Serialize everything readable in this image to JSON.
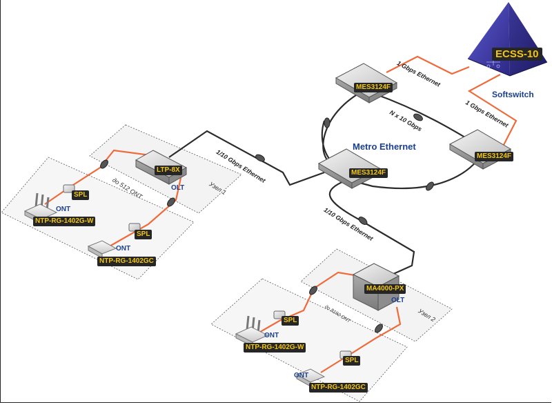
{
  "softswitch": {
    "label": "ECSS-10",
    "caption": "Softswitch"
  },
  "metro": {
    "caption": "Metro Ethernet",
    "ring_link": "N x 10 Gbps"
  },
  "switches": {
    "top": "MES3124F",
    "right": "MES3124F",
    "center": "MES3124F"
  },
  "links": {
    "top_to_ecss": "1 Gbps Ethernet",
    "right_to_ecss": "1 Gbps Ethernet",
    "center_to_ltp": "1/10 Gbps Ethernet",
    "center_to_ma": "1/10 Gbps Ethernet"
  },
  "node1": {
    "olt_model": "LTP-8X",
    "olt_caption": "OLT",
    "zone_label": "Узел 1",
    "ont_zone_label": "до 512 ONT",
    "spl1": "SPL",
    "spl2": "SPL",
    "ont1_caption": "ONT",
    "ont1_model": "NTP-RG-1402G-W",
    "ont2_caption": "ONT",
    "ont2_model": "NTP-RG-1402GC"
  },
  "node2": {
    "olt_model": "MA4000-PX",
    "olt_caption": "OLT",
    "zone_label": "Узел 2",
    "ont_zone_label": "до 8192 ONT",
    "spl1": "SPL",
    "spl2": "SPL",
    "ont1_caption": "ONT",
    "ont1_model": "NTP-RG-1402G-W",
    "ont2_caption": "ONT",
    "ont2_model": "NTP-RG-1402GC"
  },
  "colors": {
    "fiber": "#ef6a3a",
    "copper": "#2b2b2b",
    "badge_bg": "#262626",
    "badge_text": "#f3c613",
    "caption_blue": "#1b3f8f",
    "pyramid": "#3d3a9a"
  }
}
